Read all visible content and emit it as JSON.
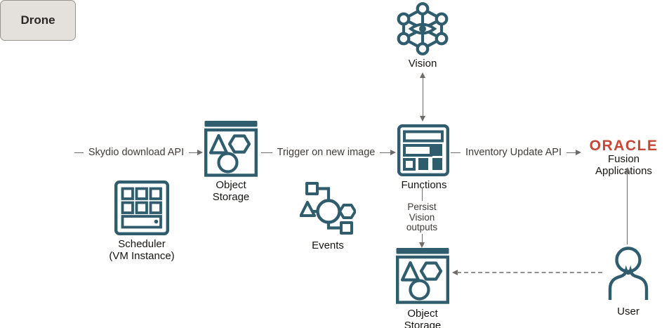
{
  "colors": {
    "icon_teal": "#2F5D6D",
    "oracle_red": "#C74634",
    "drone_fill": "#E4E1DC",
    "line_gray": "#6F6B68",
    "text_dark": "#161513"
  },
  "nodes": {
    "drone": {
      "label": "Drone"
    },
    "object_storage_in": {
      "label": "Object\nStorage"
    },
    "scheduler": {
      "label": "Scheduler\n(VM Instance)"
    },
    "events": {
      "label": "Events"
    },
    "vision": {
      "label": "Vision"
    },
    "functions": {
      "label": "Functions"
    },
    "object_storage_out": {
      "label": "Object\nStorage"
    },
    "oracle": {
      "wordmark": "ORACLE",
      "product": "Fusion Applications"
    },
    "user": {
      "label": "User"
    }
  },
  "connectors": {
    "skydio": {
      "label": "Skydio download API"
    },
    "trigger": {
      "label": "Trigger on new image"
    },
    "inventory": {
      "label": "Inventory Update API"
    },
    "persist": {
      "label": "Persist\nVision\noutputs"
    }
  }
}
